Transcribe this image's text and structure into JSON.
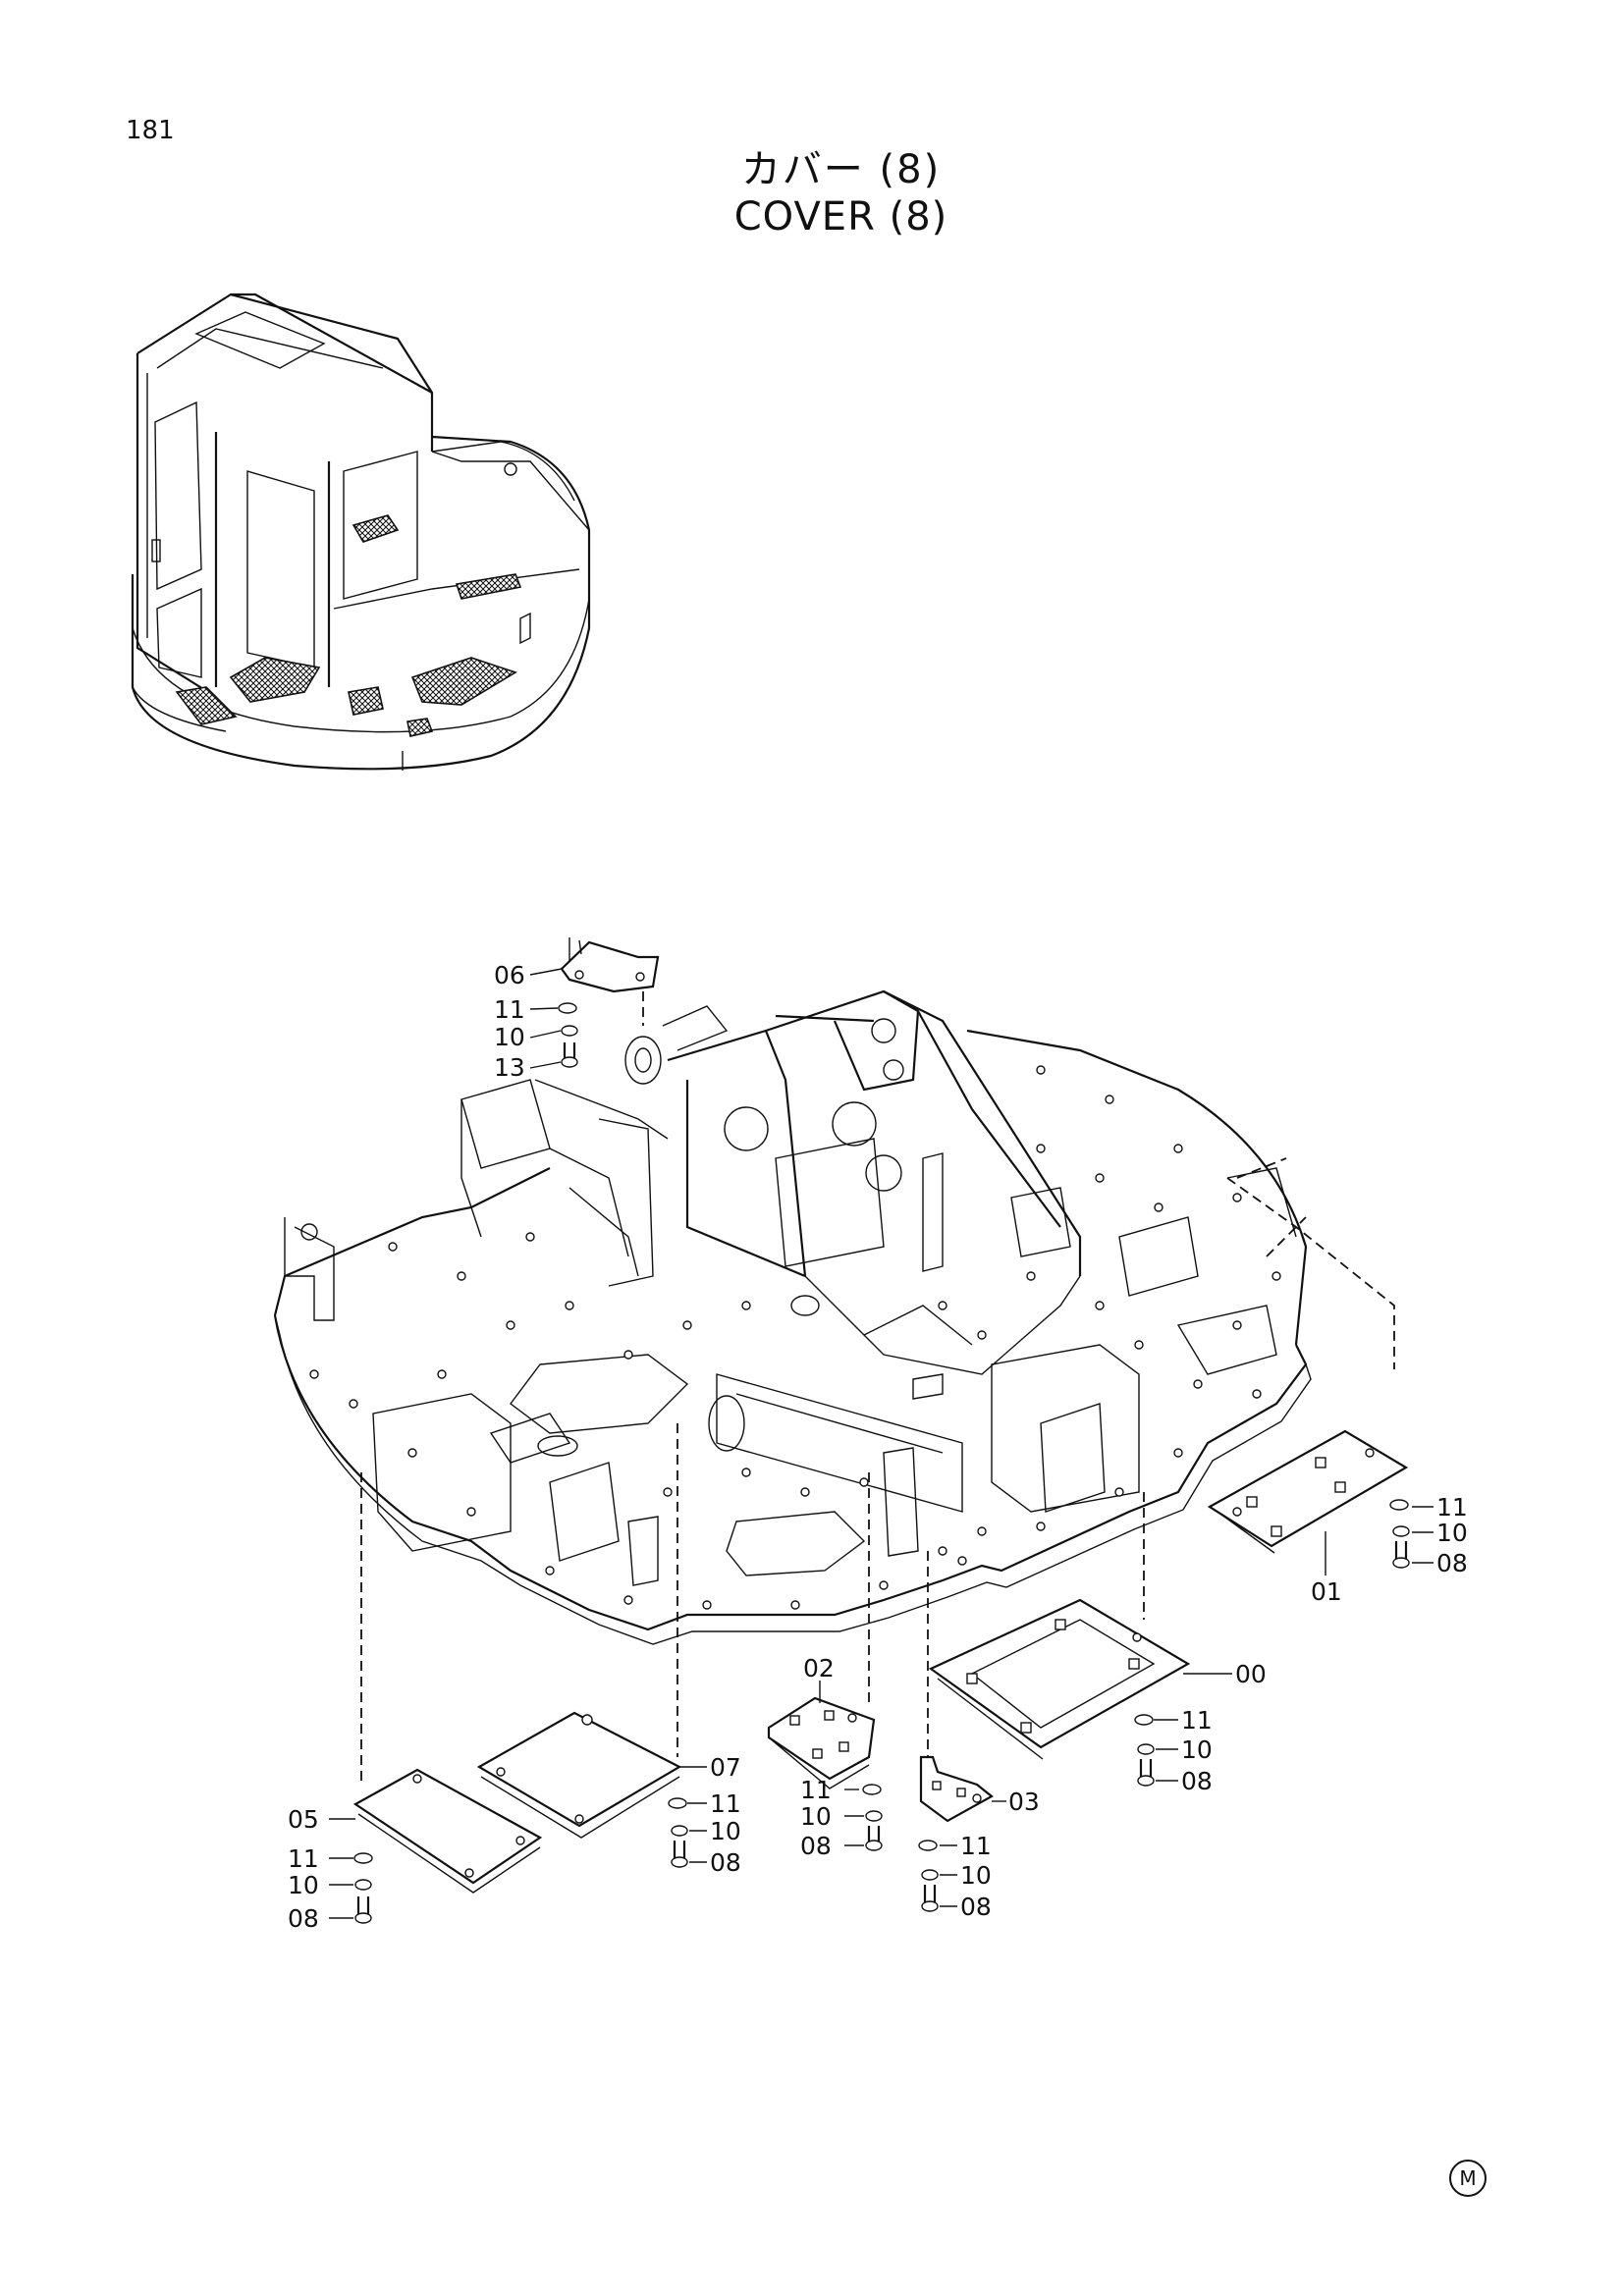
{
  "page": {
    "number": "181",
    "title_jp": "カバー (8)",
    "title_en": "COVER (8)",
    "mark": "M"
  },
  "callouts": [
    {
      "id": "c06",
      "label": "06"
    },
    {
      "id": "c11a",
      "label": "11"
    },
    {
      "id": "c10a",
      "label": "10"
    },
    {
      "id": "c13",
      "label": "13"
    },
    {
      "id": "c11b",
      "label": "11"
    },
    {
      "id": "c10b",
      "label": "10"
    },
    {
      "id": "c08b",
      "label": "08"
    },
    {
      "id": "c01",
      "label": "01"
    },
    {
      "id": "c00",
      "label": "00"
    },
    {
      "id": "c11c",
      "label": "11"
    },
    {
      "id": "c10c",
      "label": "10"
    },
    {
      "id": "c08c",
      "label": "08"
    },
    {
      "id": "c02",
      "label": "02"
    },
    {
      "id": "c11d",
      "label": "11"
    },
    {
      "id": "c10d",
      "label": "10"
    },
    {
      "id": "c08d",
      "label": "08"
    },
    {
      "id": "c03",
      "label": "03"
    },
    {
      "id": "c11e",
      "label": "11"
    },
    {
      "id": "c10e",
      "label": "10"
    },
    {
      "id": "c08e",
      "label": "08"
    },
    {
      "id": "c07",
      "label": "07"
    },
    {
      "id": "c11f",
      "label": "11"
    },
    {
      "id": "c10f",
      "label": "10"
    },
    {
      "id": "c08f",
      "label": "08"
    },
    {
      "id": "c05",
      "label": "05"
    },
    {
      "id": "c11g",
      "label": "11"
    },
    {
      "id": "c10g",
      "label": "10"
    },
    {
      "id": "c08g",
      "label": "08"
    }
  ]
}
